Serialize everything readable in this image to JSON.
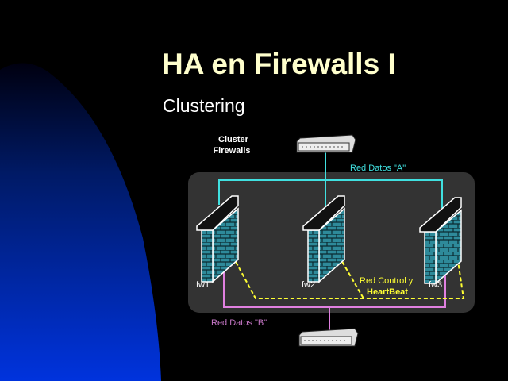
{
  "slide": {
    "title": "HA en Firewalls I",
    "bullet": "Clustering"
  },
  "diagram": {
    "cluster_label_line1": "Cluster",
    "cluster_label_line2": "Firewalls",
    "net_a_label": "Red Datos \"A\"",
    "net_b_label": "Red Datos \"B\"",
    "control_label_line1": "Red Control y",
    "control_label_line2": "HeartBeat",
    "firewalls": [
      "fw1",
      "fw2",
      "fw3"
    ],
    "colors": {
      "title": "#FFFFCC",
      "net_a": "#40E0E0",
      "net_b": "#E080E0",
      "heartbeat": "#FFFF33",
      "panel": "#333333",
      "wall": "#2E8A9A"
    }
  }
}
